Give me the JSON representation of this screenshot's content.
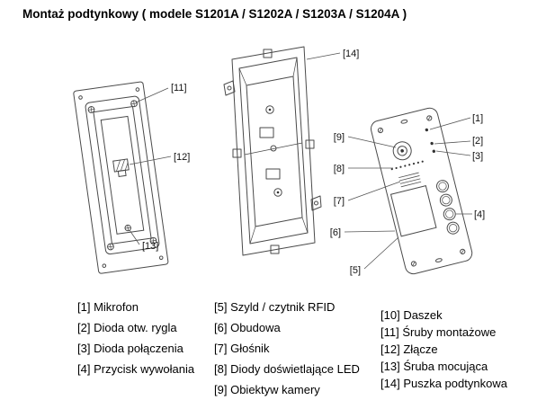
{
  "title": "Montaż podtynkowy ( modele S1201A / S1202A / S1203A / S1204A )",
  "callouts": {
    "c1": "[1]",
    "c2": "[2]",
    "c3": "[3]",
    "c4": "[4]",
    "c5": "[5]",
    "c6": "[6]",
    "c7": "[7]",
    "c8": "[8]",
    "c9": "[9]",
    "c11": "[11]",
    "c12": "[12]",
    "c13": "[13]",
    "c14": "[14]"
  },
  "legend": {
    "col1": [
      {
        "num": "[1]",
        "label": "Mikrofon"
      },
      {
        "num": "[2]",
        "label": "Dioda otw. rygla"
      },
      {
        "num": "[3]",
        "label": "Dioda połączenia"
      },
      {
        "num": "[4]",
        "label": "Przycisk wywołania"
      }
    ],
    "col2": [
      {
        "num": "[5]",
        "label": "Szyld / czytnik RFID"
      },
      {
        "num": "[6]",
        "label": "Obudowa"
      },
      {
        "num": "[7]",
        "label": "Głośnik"
      },
      {
        "num": "[8]",
        "label": "Diody doświetlające LED"
      },
      {
        "num": "[9]",
        "label": "Obiektyw kamery"
      }
    ],
    "col3": [
      {
        "num": "[10]",
        "label": "Daszek"
      },
      {
        "num": "[11]",
        "label": "Śruby montażowe"
      },
      {
        "num": "[12]",
        "label": "Złącze"
      },
      {
        "num": "[13]",
        "label": "Śruba mocująca"
      },
      {
        "num": "[14]",
        "label": "Puszka podtynkowa"
      }
    ]
  },
  "colors": {
    "line": "#4a4a4a",
    "text": "#000000",
    "background": "#ffffff"
  }
}
